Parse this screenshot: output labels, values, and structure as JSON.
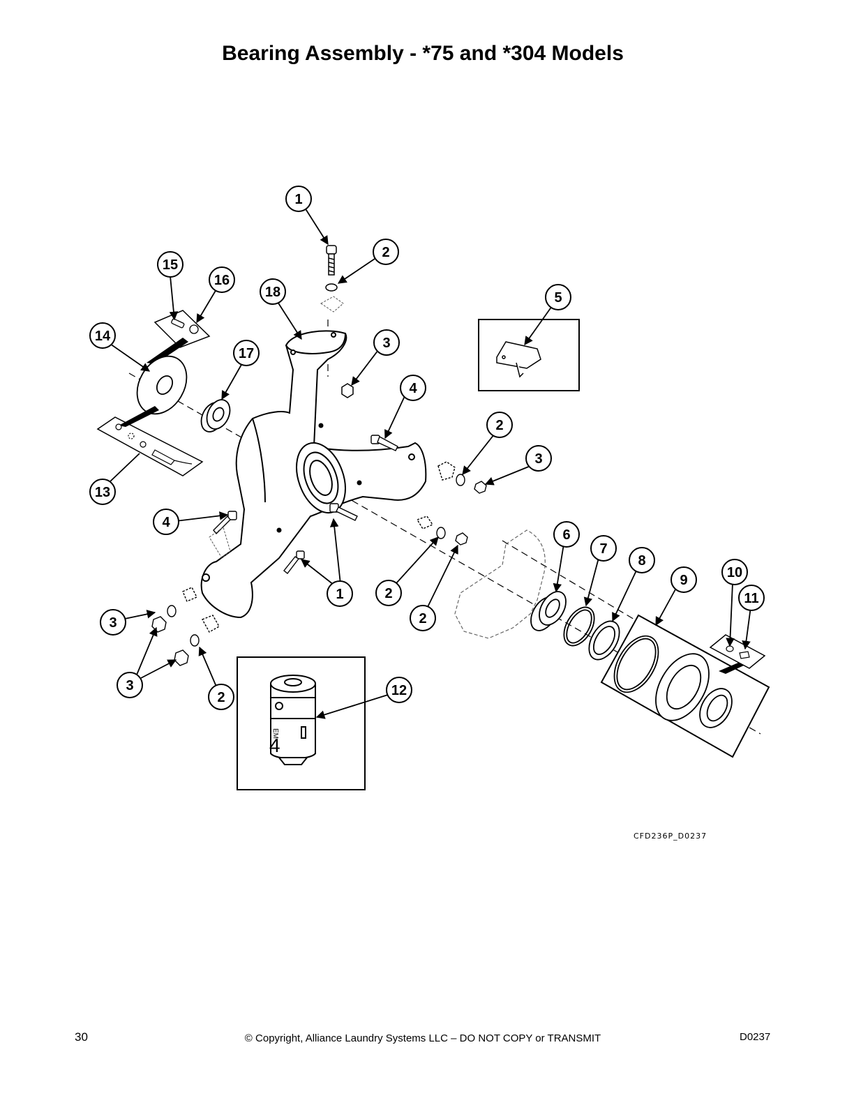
{
  "page_title": "Bearing Assembly - *75 and *304 Models",
  "drawing_code": "CFD236P_D0237",
  "footer": {
    "page_number": "30",
    "copyright": "© Copyright, Alliance Laundry Systems LLC – DO NOT COPY or TRANSMIT",
    "doc_code": "D0237"
  },
  "part12_label": {
    "top": "EM",
    "big": "4"
  },
  "callouts": [
    {
      "id": "c1a",
      "label": "1"
    },
    {
      "id": "c2a",
      "label": "2"
    },
    {
      "id": "c15",
      "label": "15"
    },
    {
      "id": "c16",
      "label": "16"
    },
    {
      "id": "c18",
      "label": "18"
    },
    {
      "id": "c5",
      "label": "5"
    },
    {
      "id": "c14",
      "label": "14"
    },
    {
      "id": "c3a",
      "label": "3"
    },
    {
      "id": "c17",
      "label": "17"
    },
    {
      "id": "c4a",
      "label": "4"
    },
    {
      "id": "c2b",
      "label": "2"
    },
    {
      "id": "c3b",
      "label": "3"
    },
    {
      "id": "c13",
      "label": "13"
    },
    {
      "id": "c4b",
      "label": "4"
    },
    {
      "id": "c6",
      "label": "6"
    },
    {
      "id": "c7",
      "label": "7"
    },
    {
      "id": "c8",
      "label": "8"
    },
    {
      "id": "c9",
      "label": "9"
    },
    {
      "id": "c10",
      "label": "10"
    },
    {
      "id": "c11",
      "label": "11"
    },
    {
      "id": "c1b",
      "label": "1"
    },
    {
      "id": "c2c",
      "label": "2"
    },
    {
      "id": "c2d",
      "label": "2"
    },
    {
      "id": "c3c",
      "label": "3"
    },
    {
      "id": "c3d",
      "label": "3"
    },
    {
      "id": "c12",
      "label": "12"
    },
    {
      "id": "c2e",
      "label": "2"
    }
  ]
}
